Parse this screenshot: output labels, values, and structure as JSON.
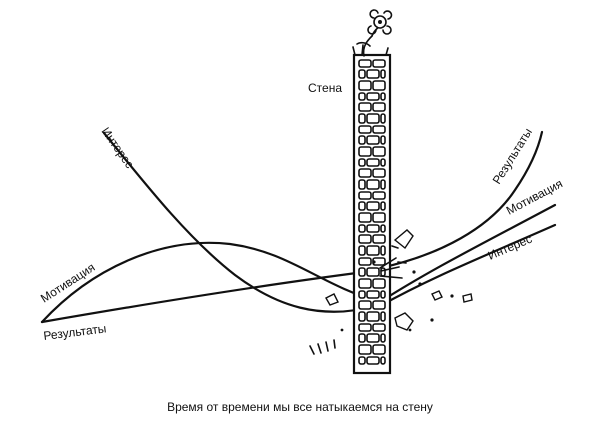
{
  "labels": {
    "wall": "Стена",
    "interest_left": "Интерес",
    "motivation_left": "Мотивация",
    "results_left": "Результаты",
    "results_right": "Результаты",
    "motivation_right": "Мотивация",
    "interest_right": "Интерес"
  },
  "caption": "Время от времени мы все натыкаемся на стену",
  "icons": [
    "flower-icon"
  ]
}
